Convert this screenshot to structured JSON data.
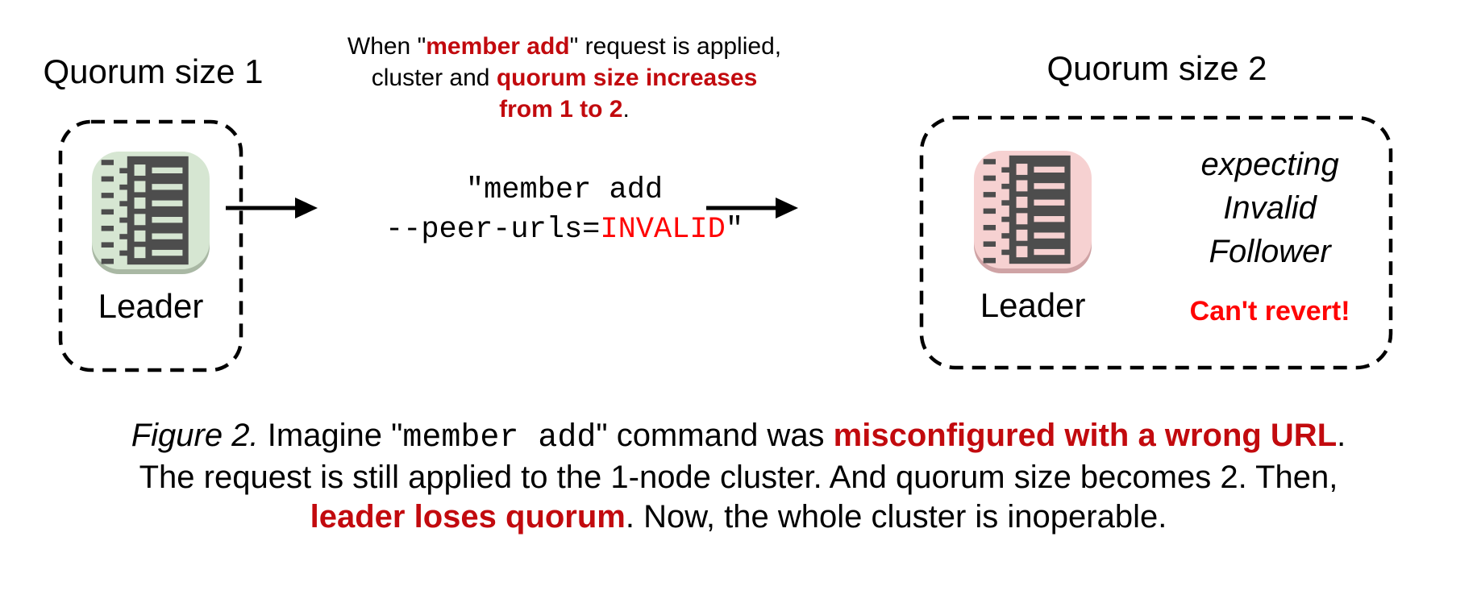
{
  "colors": {
    "red_dark": "#c20a0e",
    "red_bright": "#ff0505",
    "icon_dark": "#4d4d4d",
    "green_bg": "#d6e6d2",
    "green_shadow": "#a9b8a4",
    "pink_bg": "#f6d1d1",
    "pink_shadow": "#cfa3a5",
    "ink": "#000000"
  },
  "icons": {
    "node": "member-list-server-icon",
    "arrow": "arrow-right-icon"
  },
  "left_panel": {
    "title": "Quorum size 1",
    "node_label": "Leader"
  },
  "annotation": {
    "lines": [
      [
        {
          "text": "When \"",
          "style": "plain"
        },
        {
          "text": "member add",
          "style": "redbold"
        },
        {
          "text": "\" request is applied,",
          "style": "plain"
        }
      ],
      [
        {
          "text": "cluster and ",
          "style": "plain"
        },
        {
          "text": "quorum size increases",
          "style": "redbold"
        }
      ],
      [
        {
          "text": "from 1 to 2",
          "style": "redbold"
        },
        {
          "text": ".",
          "style": "plain"
        }
      ]
    ]
  },
  "command": {
    "lines": [
      [
        {
          "text": "\"member add",
          "style": "plain"
        }
      ],
      [
        {
          "text": "--peer-urls=",
          "style": "plain"
        },
        {
          "text": "INVALID",
          "style": "redbright"
        },
        {
          "text": "\"",
          "style": "plain"
        }
      ]
    ]
  },
  "right_panel": {
    "title": "Quorum size 2",
    "node_label": "Leader",
    "expectation_lines": [
      "expecting",
      "Invalid",
      "Follower"
    ],
    "warning": "Can't revert!"
  },
  "caption": {
    "lines": [
      [
        {
          "text": "Figure 2.",
          "style": "italic"
        },
        {
          "text": " Imagine \"",
          "style": "plain"
        },
        {
          "text": "member add",
          "style": "mono"
        },
        {
          "text": "\" command was ",
          "style": "plain"
        },
        {
          "text": "misconfigured with a wrong URL",
          "style": "redbold"
        },
        {
          "text": ".",
          "style": "plain"
        }
      ],
      [
        {
          "text": "The request is still applied to the 1-node cluster. And quorum size becomes 2. Then,",
          "style": "plain"
        }
      ],
      [
        {
          "text": "leader loses quorum",
          "style": "redbold"
        },
        {
          "text": ". Now, the whole cluster is inoperable.",
          "style": "plain"
        }
      ]
    ]
  }
}
